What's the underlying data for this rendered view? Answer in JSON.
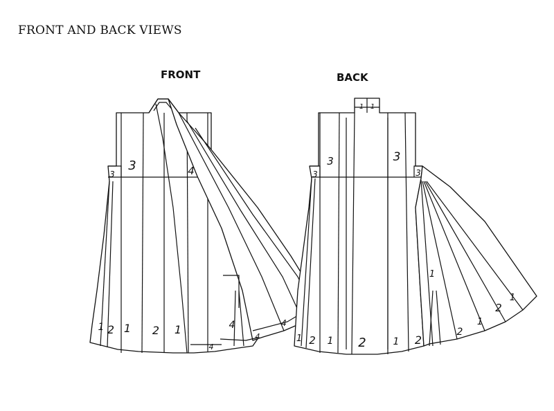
{
  "title": "FRONT AND BACK VIEWS",
  "views": {
    "front": {
      "label": "FRONT",
      "panel_numbers": [
        "3",
        "3",
        "4",
        "1",
        "2",
        "1",
        "2",
        "1",
        "4",
        "4",
        "4",
        "4",
        "4"
      ]
    },
    "back": {
      "label": "BACK",
      "panel_numbers": [
        "1",
        "1",
        "3",
        "3",
        "3",
        "3",
        "1",
        "2",
        "1",
        "2",
        "1",
        "2",
        "1",
        "2",
        "1",
        "2",
        "1"
      ]
    }
  },
  "colors": {
    "ink": "#111111",
    "paper": "#ffffff"
  }
}
